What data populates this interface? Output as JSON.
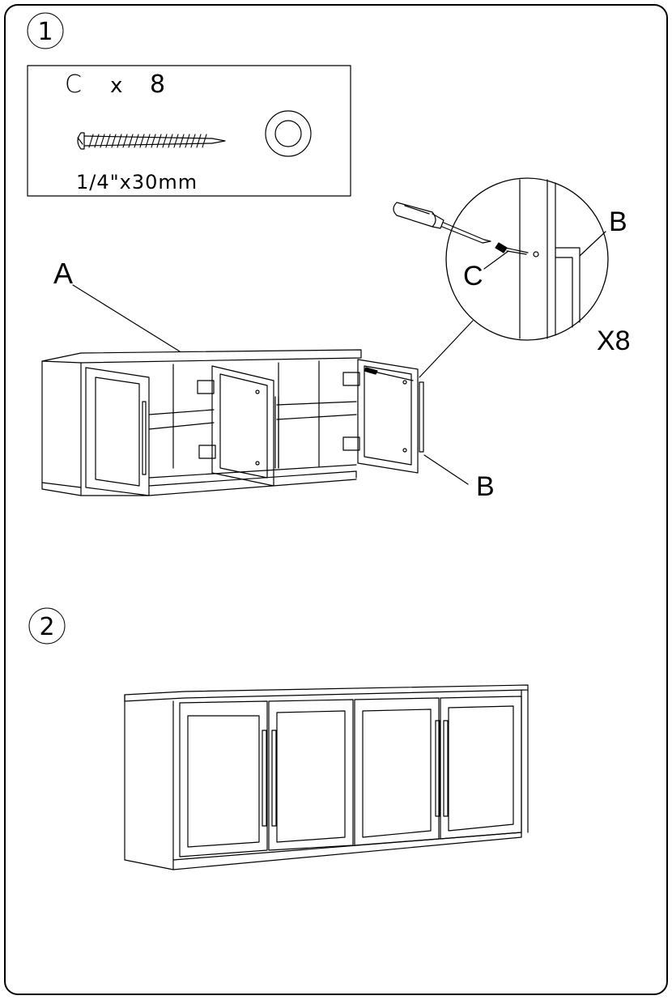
{
  "steps": [
    {
      "number": "1"
    },
    {
      "number": "2"
    }
  ],
  "hardware": {
    "part_code": "C",
    "multiplier": "x",
    "quantity": "8",
    "size": "1/4\"x30mm"
  },
  "callouts": {
    "cabinet": "A",
    "handle": "B",
    "handle_detail": "B",
    "screw_detail": "C",
    "repeat": "X8"
  }
}
